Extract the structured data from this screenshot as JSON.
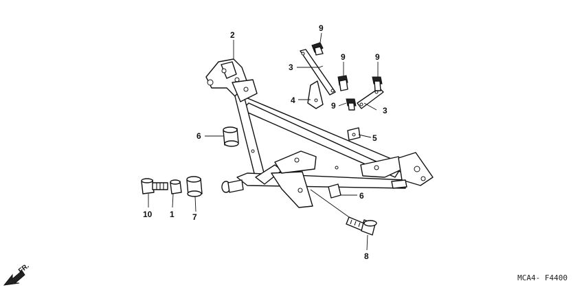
{
  "diagram": {
    "part_labels": [
      {
        "id": "p2",
        "text": "2"
      },
      {
        "id": "p9a",
        "text": "9"
      },
      {
        "id": "p9b",
        "text": "9"
      },
      {
        "id": "p9c",
        "text": "9"
      },
      {
        "id": "p9d",
        "text": "9"
      },
      {
        "id": "p3a",
        "text": "3"
      },
      {
        "id": "p3b",
        "text": "3"
      },
      {
        "id": "p4",
        "text": "4"
      },
      {
        "id": "p5",
        "text": "5"
      },
      {
        "id": "p6a",
        "text": "6"
      },
      {
        "id": "p6b",
        "text": "6"
      },
      {
        "id": "p10",
        "text": "10"
      },
      {
        "id": "p1",
        "text": "1"
      },
      {
        "id": "p7",
        "text": "7"
      },
      {
        "id": "p8",
        "text": "8"
      }
    ],
    "direction_marker": "FR.",
    "drawing_code": "MCA4- F4400"
  }
}
